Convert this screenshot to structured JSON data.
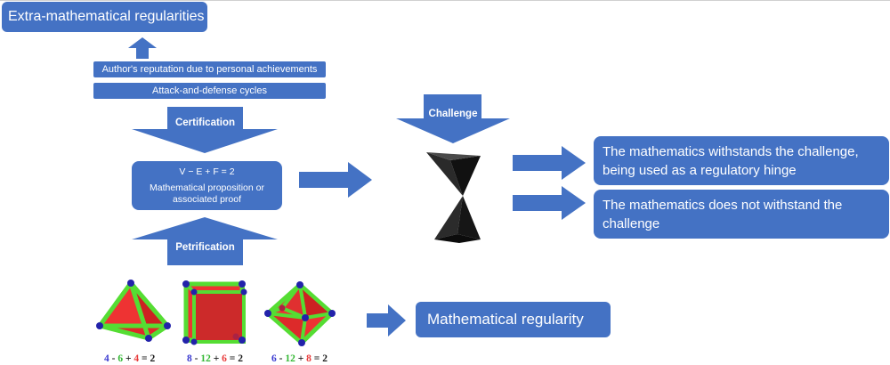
{
  "top_box": {
    "title": "Extra-mathematical regularities"
  },
  "bars": [
    {
      "label": "Author's reputation due to personal achievements"
    },
    {
      "label": "Attack-and-defense cycles"
    }
  ],
  "certification_label": "Certification",
  "proposition": {
    "formula": "V − E + F = 2",
    "line1": "Mathematical proposition or",
    "line2": "associated proof"
  },
  "petrification_label": "Petrification",
  "challenge_label": "Challenge",
  "outcomes": [
    {
      "line1": "The mathematics withstands the challenge,",
      "line2": "being used as a regulatory hinge"
    },
    {
      "line1": "The mathematics does not withstand the",
      "line2": "challenge"
    }
  ],
  "regularity_label": "Mathematical regularity",
  "polyhedra": [
    {
      "name": "tetrahedron",
      "v": "4",
      "e": "6",
      "f": "4",
      "result": "2"
    },
    {
      "name": "cube",
      "v": "8",
      "e": "12",
      "f": "6",
      "result": "2"
    },
    {
      "name": "octahedron",
      "v": "6",
      "e": "12",
      "f": "8",
      "result": "2"
    }
  ],
  "formula_ops": {
    "minus": "-",
    "plus": "+",
    "equals": "="
  },
  "colors": {
    "accent": "#4472c4",
    "face": "#ee3333",
    "edge": "#55dd33",
    "vertex": "#2222aa",
    "hourglass": "#1a1a1a"
  }
}
